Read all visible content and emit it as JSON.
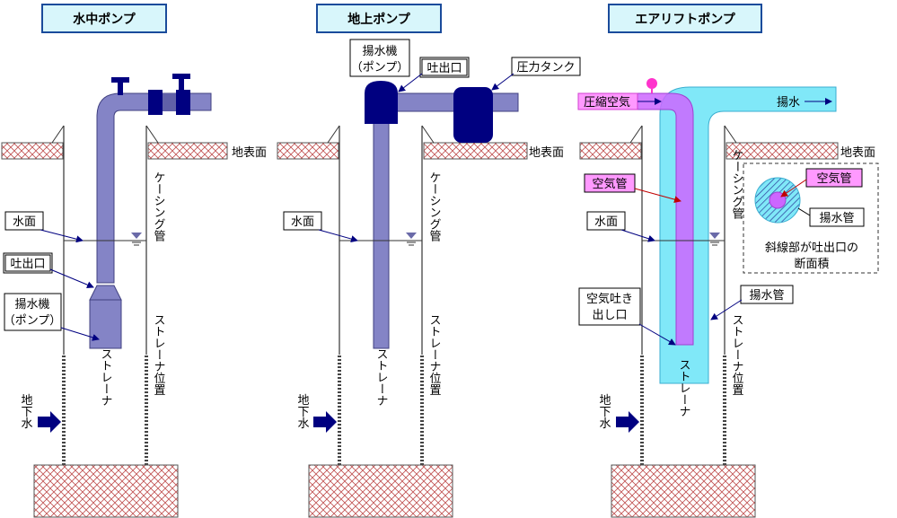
{
  "colors": {
    "title_bg": "#d8f6fb",
    "title_border": "#1a4b9b",
    "ground_hatch": "#c05050",
    "pump_blue": "#8484c6",
    "pump_dark": "#000080",
    "air_pipe": "#cc66ff",
    "water_pipe": "#80e8f8",
    "label_pink": "#ff99ff",
    "arrow": "#000080"
  },
  "panels": [
    {
      "title": "水中ポンプ",
      "ground_label": "",
      "water_label": "水面",
      "outlet_label": "吐出口",
      "pump_label_1": "揚水機",
      "pump_label_2": "（ポンプ）",
      "casing_label": "ケーシング管",
      "strainer_label": "ストレーナ",
      "strainer_pos_label": "ストレーナ位置",
      "groundwater_label": "地下水"
    },
    {
      "title": "地上ポンプ",
      "ground_label": "地表面",
      "water_label": "水面",
      "outlet_label": "吐出口",
      "pump_label_1": "揚水機",
      "pump_label_2": "（ポンプ）",
      "tank_label": "圧力タンク",
      "casing_label": "ケーシング管",
      "strainer_label": "ストレーナ",
      "strainer_pos_label": "ストレーナ位置",
      "groundwater_label": "地下水"
    },
    {
      "title": "エアリフトポンプ",
      "ground_label": "地表面",
      "water_label": "水面",
      "compressed_air_label": "圧縮空気",
      "pumped_water_label": "揚水",
      "air_pipe_label": "空気管",
      "air_outlet_label_1": "空気吐き",
      "air_outlet_label_2": "出し口",
      "water_pipe_label": "揚水管",
      "inset_air_label": "空気管",
      "inset_water_label": "揚水管",
      "inset_note_1": "斜線部が吐出口の",
      "inset_note_2": "断面積",
      "casing_label": "ケーシング管",
      "strainer_label": "ストレーナ",
      "strainer_pos_label": "ストレーナ位置",
      "groundwater_label": "地下水"
    }
  ],
  "panel1_ground_label": "地表面"
}
